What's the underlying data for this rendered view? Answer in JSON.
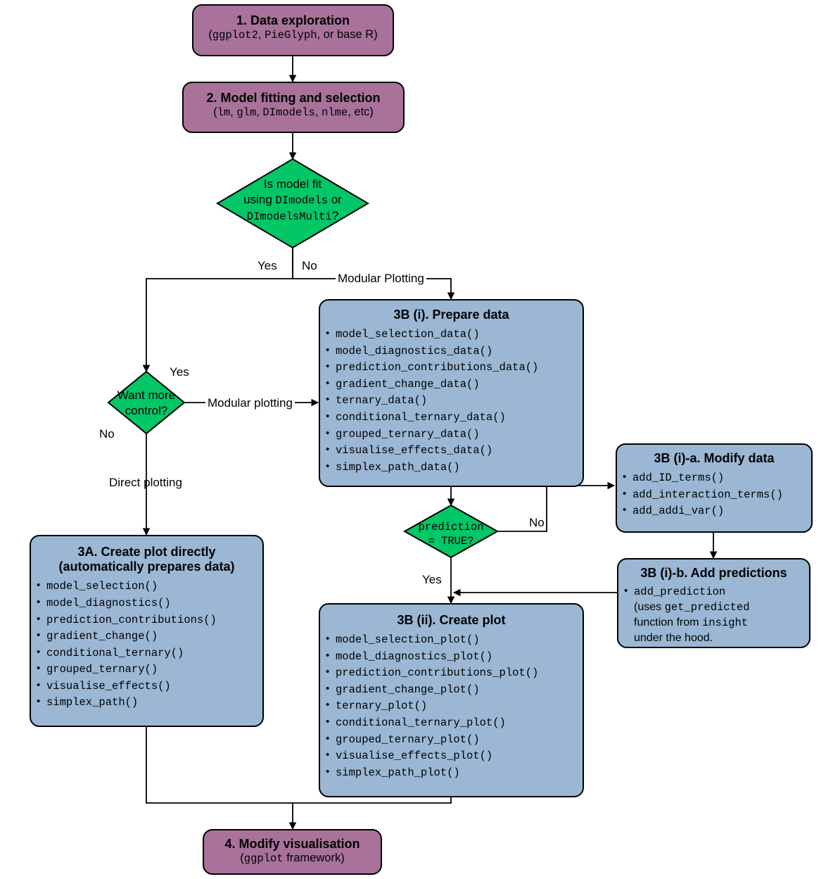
{
  "diagram": {
    "title": "DImodelsVis workflow flowchart",
    "colors": {
      "purple_node": "#a9729b",
      "blue_node": "#9bb7d4",
      "green_decision": "#03c667",
      "stroke": "#000000",
      "background": "#ffffff"
    }
  },
  "nodes": {
    "step1": {
      "title": "1. Data exploration",
      "sub_open": "(",
      "sub_mono_1": "ggplot2",
      "sub_sep_1": ", ",
      "sub_mono_2": "PieGlyph",
      "sub_tail": ", or base R)"
    },
    "step2": {
      "title": "2. Model fitting and selection",
      "sub_open": "(",
      "sub_mono_1": "lm",
      "sub_sep_1": ", ",
      "sub_mono_2": "glm",
      "sub_sep_2": ", ",
      "sub_mono_3": "DImodels",
      "sub_sep_3": ", ",
      "sub_mono_4": "nlme",
      "sub_tail": ", etc)"
    },
    "decision1": {
      "line1": "Is model fit",
      "line2_a": "using ",
      "line2_mono": "DImodels",
      "line2_b": " or",
      "line3_mono": "DImodelsMulti",
      "line3_tail": "?"
    },
    "decision2": {
      "line1": "Want more",
      "line2": "control?"
    },
    "decision3": {
      "line1_mono": "prediction",
      "line2_mono": "= TRUE?"
    },
    "step3a": {
      "title_line1": "3A. Create plot directly",
      "title_line2": "(automatically prepares data)",
      "items": [
        "model_selection()",
        "model_diagnostics()",
        "prediction_contributions()",
        "gradient_change()",
        "conditional_ternary()",
        "grouped_ternary()",
        "visualise_effects()",
        "simplex_path()"
      ]
    },
    "step3bi": {
      "title": "3B (i). Prepare data",
      "items": [
        "model_selection_data()",
        "model_diagnostics_data()",
        "prediction_contributions_data()",
        "gradient_change_data()",
        "ternary_data()",
        "conditional_ternary_data()",
        "grouped_ternary_data()",
        "visualise_effects_data()",
        "simplex_path_data()"
      ]
    },
    "step3bia": {
      "title": "3B (i)-a. Modify data",
      "items": [
        "add_ID_terms()",
        "add_interaction_terms()",
        "add_addi_var()"
      ]
    },
    "step3bib": {
      "title": "3B (i)-b. Add predictions",
      "item_mono_1": "add_prediction",
      "item_line2_a": "(uses ",
      "item_line2_mono": "get_predicted",
      "item_line3_a": "function from ",
      "item_line3_mono": "insight",
      "item_line4": "under the hood."
    },
    "step3bii": {
      "title": "3B (ii). Create plot",
      "items": [
        "model_selection_plot()",
        "model_diagnostics_plot()",
        "prediction_contributions_plot()",
        "gradient_change_plot()",
        "ternary_plot()",
        "conditional_ternary_plot()",
        "grouped_ternary_plot()",
        "visualise_effects_plot()",
        "simplex_path_plot()"
      ]
    },
    "step4": {
      "title": "4. Modify visualisation",
      "sub_open": "(",
      "sub_mono_1": "ggplot",
      "sub_tail": " framework)"
    }
  },
  "edges": {
    "d1_yes": "Yes",
    "d1_no": "No",
    "d1_modular_plotting": "Modular Plotting",
    "d2_yes": "Yes",
    "d2_no": "No",
    "d2_modular_plotting": "Modular plotting",
    "d2_direct_plotting": "Direct plotting",
    "d3_no": "No",
    "d3_yes": "Yes"
  }
}
